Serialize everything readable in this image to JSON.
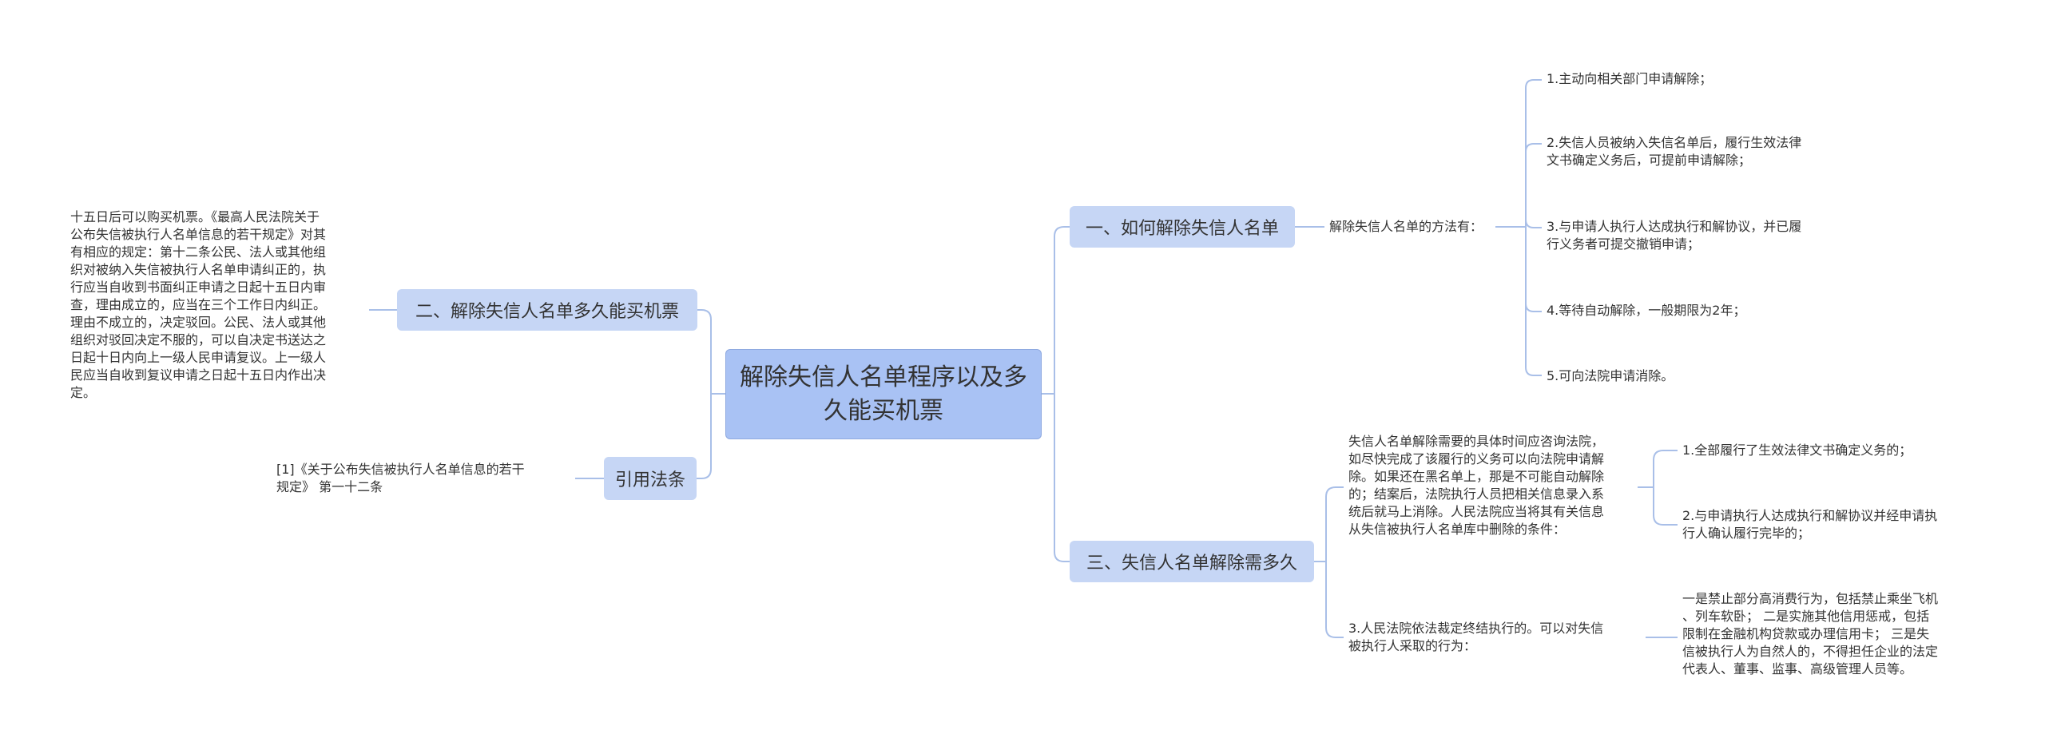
{
  "root": {
    "title": "解除失信人名单程序以及多久能买机票"
  },
  "branches": {
    "b1": {
      "label": "一、如何解除失信人名单",
      "sub_label": "解除失信人名单的方法有：",
      "items": [
        "1.主动向相关部门申请解除；",
        "2.失信人员被纳入失信名单后，履行生效法律\n文书确定义务后，可提前申请解除；",
        "3.与申请人执行人达成执行和解协议，并已履\n行义务者可提交撤销申请；",
        "4.等待自动解除，一般期限为2年；",
        "5.可向法院申请消除。"
      ]
    },
    "b2": {
      "label": "二、解除失信人名单多久能买机票",
      "text": "十五日后可以购买机票。《最高人民法院关于\n公布失信被执行人名单信息的若干规定》对其\n有相应的规定：第十二条公民、法人或其他组\n织对被纳入失信被执行人名单申请纠正的，执\n行应当自收到书面纠正申请之日起十五日内审\n查，理由成立的，应当在三个工作日内纠正。\n理由不成立的，决定驳回。公民、法人或其他\n组织对驳回决定不服的，可以自决定书送达之\n日起十日内向上一级人民申请复议。上一级人\n民应当自收到复议申请之日起十五日内作出决\n定。"
    },
    "b3": {
      "label": "三、失信人名单解除需多久",
      "sub1": {
        "text": "失信人名单解除需要的具体时间应咨询法院，\n如尽快完成了该履行的义务可以向法院申请解\n除。如果还在黑名单上，那是不可能自动解除\n的；结案后，法院执行人员把相关信息录入系\n统后就马上消除。人民法院应当将其有关信息\n从失信被执行人名单库中删除的条件：",
        "items": [
          "1.全部履行了生效法律文书确定义务的；",
          "2.与申请执行人达成执行和解协议并经申请执\n行人确认履行完毕的；"
        ]
      },
      "sub2": {
        "text": "3.人民法院依法裁定终结执行的。可以对失信\n被执行人采取的行为：",
        "detail": "一是禁止部分高消费行为，包括禁止乘坐飞机\n、列车软卧；   二是实施其他信用惩戒，包括\n限制在金融机构贷款或办理信用卡；   三是失\n信被执行人为自然人的，不得担任企业的法定\n代表人、董事、监事、高级管理人员等。"
      }
    },
    "ref": {
      "label": "引用法条",
      "text": "[1]《关于公布失信被执行人名单信息的若干\n规定》 第一十二条"
    }
  },
  "colors": {
    "line": "#a9bfe8",
    "node": "#c6d6f5",
    "root": "#a9c2f4",
    "text": "#333333"
  }
}
